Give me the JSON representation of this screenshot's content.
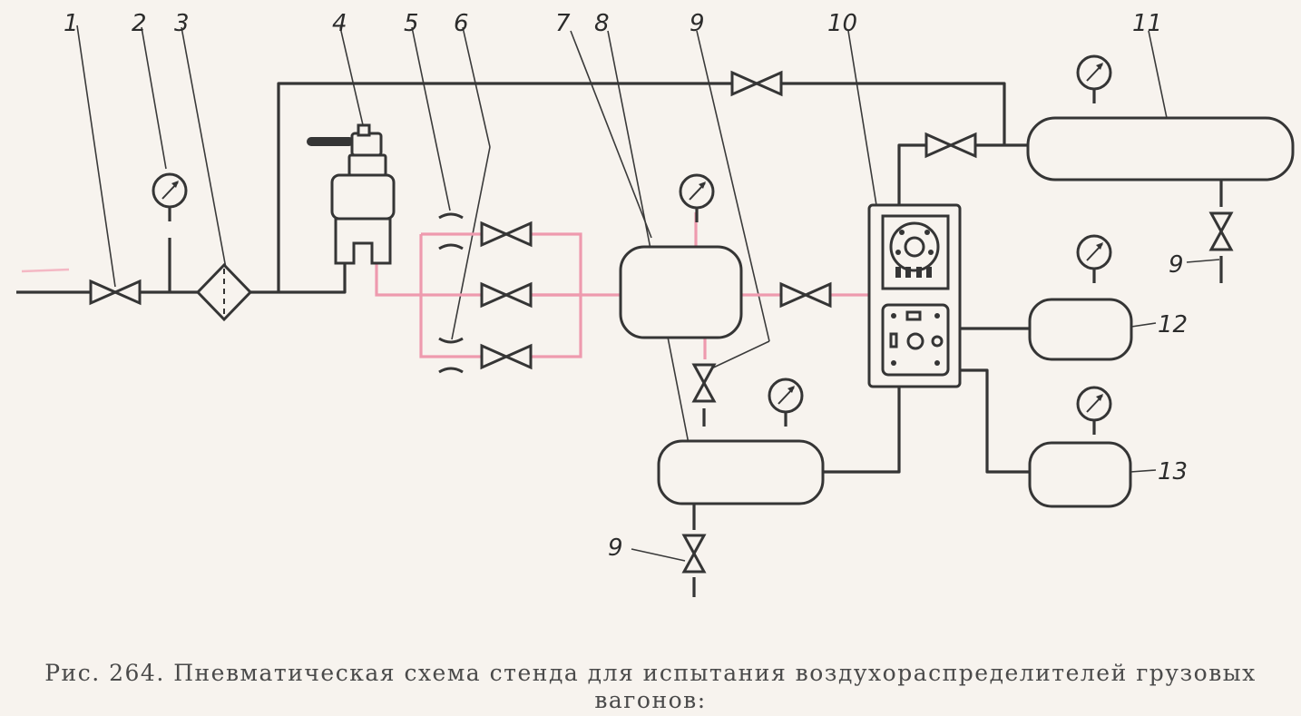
{
  "labels": {
    "n1": "1",
    "n2": "2",
    "n3": "3",
    "n4": "4",
    "n5": "5",
    "n6": "6",
    "n7": "7",
    "n8": "8",
    "n9a": "9",
    "n10": "10",
    "n11": "11",
    "n9b": "9",
    "n12": "12",
    "n13": "13",
    "n9c": "9"
  },
  "caption": {
    "line1": "Рис. 264. Пневматическая схема стенда для испытания воздухораспределителей грузовых",
    "line2": "вагонов:"
  },
  "colors": {
    "line": "#353535",
    "pink_line": "#ee9aae",
    "paper": "#f7f3ee",
    "caption": "#4a4a4a"
  }
}
